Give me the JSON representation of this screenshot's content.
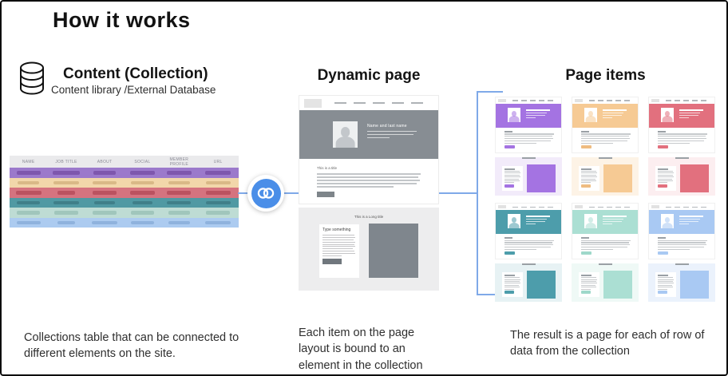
{
  "title": "How it works",
  "colors": {
    "connector_line": "#7fa9e8",
    "link_badge_blue": "#4a8ee8",
    "hero_gray": "#878d93"
  },
  "left": {
    "icon": "database-icon",
    "heading": "Content (Collection)",
    "subheading": "Content library /External Database",
    "caption": "Collections table that can be connected to different elements on the site.",
    "table": {
      "headers": [
        "NAME",
        "JOB TITLE",
        "ABOUT",
        "SOCIAL",
        "MEMBER PROFILE",
        "URL"
      ],
      "rows": [
        {
          "name": "purple-row",
          "bg": "#9b79cb",
          "pill": "#7e57ad"
        },
        {
          "name": "orange-row",
          "bg": "#f2d7aa",
          "pill": "#d9b987"
        },
        {
          "name": "red-row",
          "bg": "#d5737f",
          "pill": "#bb5260"
        },
        {
          "name": "teal-row",
          "bg": "#5099a3",
          "pill": "#3f7f89"
        },
        {
          "name": "mint-row",
          "bg": "#bedcd4",
          "pill": "#a0c6bc"
        },
        {
          "name": "blue-row",
          "bg": "#accbf0",
          "pill": "#8fb2dd"
        }
      ]
    }
  },
  "connector": {
    "icon": "link-icon"
  },
  "middle": {
    "heading": "Dynamic page",
    "caption": "Each item on the page layout is bound to an element in the collection",
    "page1": {
      "hero_title": "Name and last name",
      "section_title": "This is a title"
    },
    "page2": {
      "title": "This is a Long title",
      "card_title": "Type something"
    }
  },
  "right": {
    "heading": "Page items",
    "caption": "The result is a page for each of row of data from the collection",
    "variants": [
      {
        "name": "purple",
        "hero": "#a473e2",
        "light": "#f2ebfa",
        "accent": "#a473e2"
      },
      {
        "name": "orange",
        "hero": "#f6ca94",
        "light": "#fdf3e6",
        "accent": "#efbc81"
      },
      {
        "name": "red",
        "hero": "#e2707e",
        "light": "#fceef0",
        "accent": "#e2707e"
      },
      {
        "name": "teal",
        "hero": "#4d9dab",
        "light": "#e7f2f4",
        "accent": "#4d9dab"
      },
      {
        "name": "mint",
        "hero": "#abdfd3",
        "light": "#eff9f6",
        "accent": "#9ed8ca"
      },
      {
        "name": "blue",
        "hero": "#a9c9f3",
        "light": "#ebf2fc",
        "accent": "#a9c9f3"
      }
    ]
  }
}
